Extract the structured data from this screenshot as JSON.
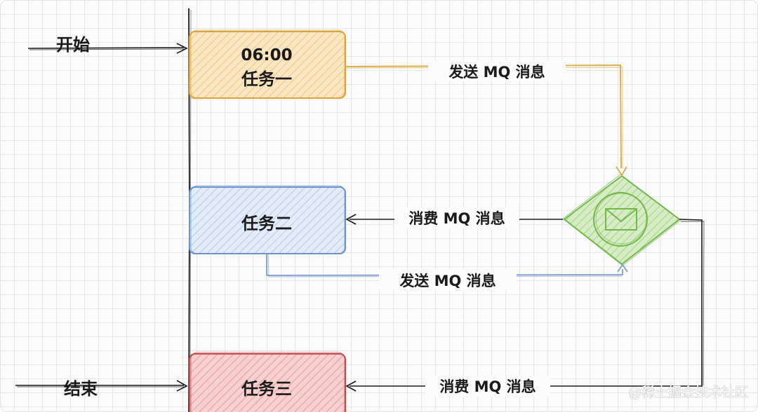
{
  "start_label": "开始",
  "end_label": "结束",
  "task1": {
    "time": "06:00",
    "name": "任务一",
    "fill": "#fbe0b8",
    "stroke": "#d9a43a"
  },
  "task2": {
    "name": "任务二",
    "fill": "#dbe7f7",
    "stroke": "#6e94cd"
  },
  "task3": {
    "name": "任务三",
    "fill": "#f5c6c6",
    "stroke": "#c94a4a"
  },
  "queue": {
    "icon": "envelope-icon",
    "fill": "#c9e6b3",
    "stroke": "#72b84c"
  },
  "edges": {
    "task1_send": "发送 MQ 消息",
    "task2_consume": "消费 MQ 消息",
    "task2_send": "发送 MQ 消息",
    "task3_consume": "消费 MQ 消息"
  },
  "watermark": "@稀土掘金技术社区",
  "colors": {
    "line": "#1a1a1a",
    "yellow_edge": "#d9ad45",
    "blue_edge": "#7f9ccc",
    "green_edge": "#8ec66a"
  }
}
